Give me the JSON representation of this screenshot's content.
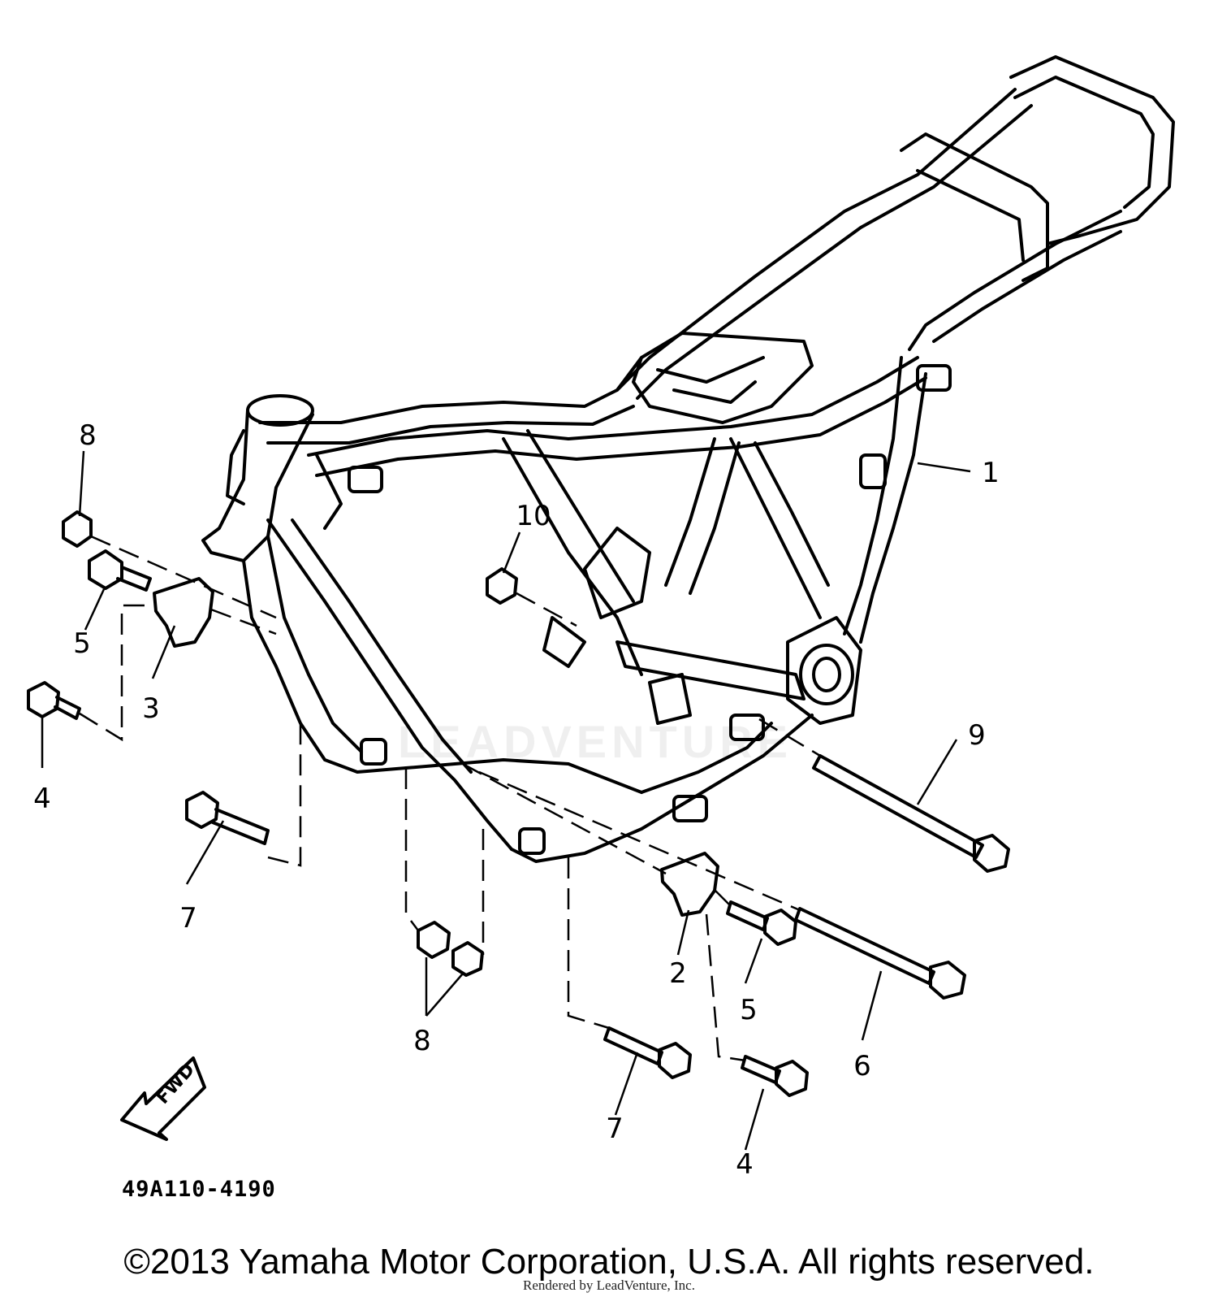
{
  "diagram": {
    "callouts": [
      {
        "id": "c8a",
        "label": "8"
      },
      {
        "id": "c5a",
        "label": "5"
      },
      {
        "id": "c3",
        "label": "3"
      },
      {
        "id": "c4a",
        "label": "4"
      },
      {
        "id": "c7a",
        "label": "7"
      },
      {
        "id": "c10",
        "label": "10"
      },
      {
        "id": "c1",
        "label": "1"
      },
      {
        "id": "c9",
        "label": "9"
      },
      {
        "id": "c2",
        "label": "2"
      },
      {
        "id": "c5b",
        "label": "5"
      },
      {
        "id": "c6",
        "label": "6"
      },
      {
        "id": "c8b",
        "label": "8"
      },
      {
        "id": "c7b",
        "label": "7"
      },
      {
        "id": "c4b",
        "label": "4"
      }
    ],
    "fwd_label": "FWD",
    "part_code": "49A110-4190",
    "watermark": "LEADVENTURE"
  },
  "footer": {
    "copyright": "©2013 Yamaha Motor Corporation, U.S.A. All rights reserved.",
    "rendered_by": "Rendered by LeadVenture, Inc."
  }
}
